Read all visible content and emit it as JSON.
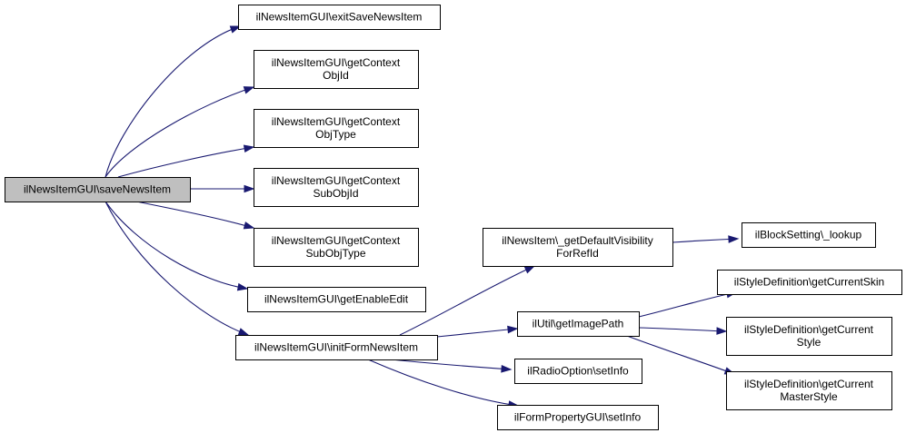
{
  "diagram": {
    "type": "call-graph",
    "edge_color": "#191970",
    "root_fill": "#bfbfbf",
    "nodes": [
      {
        "id": "save",
        "lines": [
          "ilNewsItemGUI\\saveNewsItem"
        ],
        "root": true
      },
      {
        "id": "exit",
        "lines": [
          "ilNewsItemGUI\\exitSaveNewsItem"
        ]
      },
      {
        "id": "ctxObjId",
        "lines": [
          "ilNewsItemGUI\\getContext",
          "ObjId"
        ]
      },
      {
        "id": "ctxObjType",
        "lines": [
          "ilNewsItemGUI\\getContext",
          "ObjType"
        ]
      },
      {
        "id": "ctxSubObjId",
        "lines": [
          "ilNewsItemGUI\\getContext",
          "SubObjId"
        ]
      },
      {
        "id": "ctxSubObjType",
        "lines": [
          "ilNewsItemGUI\\getContext",
          "SubObjType"
        ]
      },
      {
        "id": "enableEdit",
        "lines": [
          "ilNewsItemGUI\\getEnableEdit"
        ]
      },
      {
        "id": "initForm",
        "lines": [
          "ilNewsItemGUI\\initFormNewsItem"
        ]
      },
      {
        "id": "defVis",
        "lines": [
          "ilNewsItem\\_getDefaultVisibility",
          "ForRefId"
        ]
      },
      {
        "id": "lookup",
        "lines": [
          "ilBlockSetting\\_lookup"
        ]
      },
      {
        "id": "imagePath",
        "lines": [
          "ilUtil\\getImagePath"
        ]
      },
      {
        "id": "radio",
        "lines": [
          "ilRadioOption\\setInfo"
        ]
      },
      {
        "id": "formProp",
        "lines": [
          "ilFormPropertyGUI\\setInfo"
        ]
      },
      {
        "id": "skin",
        "lines": [
          "ilStyleDefinition\\getCurrentSkin"
        ]
      },
      {
        "id": "style",
        "lines": [
          "ilStyleDefinition\\getCurrent",
          "Style"
        ]
      },
      {
        "id": "master",
        "lines": [
          "ilStyleDefinition\\getCurrent",
          "MasterStyle"
        ]
      }
    ],
    "edges": [
      {
        "from": "save",
        "to": "exit"
      },
      {
        "from": "save",
        "to": "ctxObjId"
      },
      {
        "from": "save",
        "to": "ctxObjType"
      },
      {
        "from": "save",
        "to": "ctxSubObjId"
      },
      {
        "from": "save",
        "to": "ctxSubObjType"
      },
      {
        "from": "save",
        "to": "enableEdit"
      },
      {
        "from": "save",
        "to": "initForm"
      },
      {
        "from": "initForm",
        "to": "defVis"
      },
      {
        "from": "initForm",
        "to": "imagePath"
      },
      {
        "from": "initForm",
        "to": "radio"
      },
      {
        "from": "initForm",
        "to": "formProp"
      },
      {
        "from": "defVis",
        "to": "lookup"
      },
      {
        "from": "imagePath",
        "to": "skin"
      },
      {
        "from": "imagePath",
        "to": "style"
      },
      {
        "from": "imagePath",
        "to": "master"
      }
    ]
  }
}
